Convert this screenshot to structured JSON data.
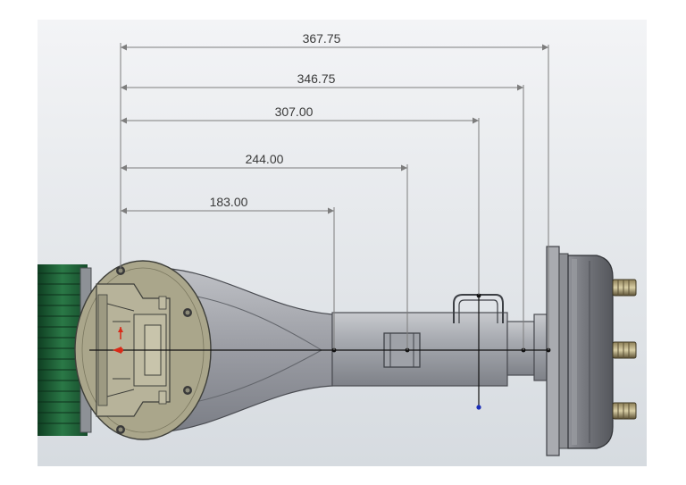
{
  "drawing": {
    "dimensions": [
      {
        "id": "dim-1",
        "label": "183.00"
      },
      {
        "id": "dim-2",
        "label": "244.00"
      },
      {
        "id": "dim-3",
        "label": "307.00"
      },
      {
        "id": "dim-4",
        "label": "346.75"
      },
      {
        "id": "dim-5",
        "label": "367.75"
      }
    ],
    "colors": {
      "background_top": "#eef0f2",
      "background_bottom": "#d9dde2",
      "housing": "#a2a4aa",
      "flange": "#ada98f",
      "motor": "#1c5a34",
      "dimension_line": "#7d7d7d",
      "sketch_point": "#1a2db8",
      "origin_marker": "#d92a18"
    }
  }
}
